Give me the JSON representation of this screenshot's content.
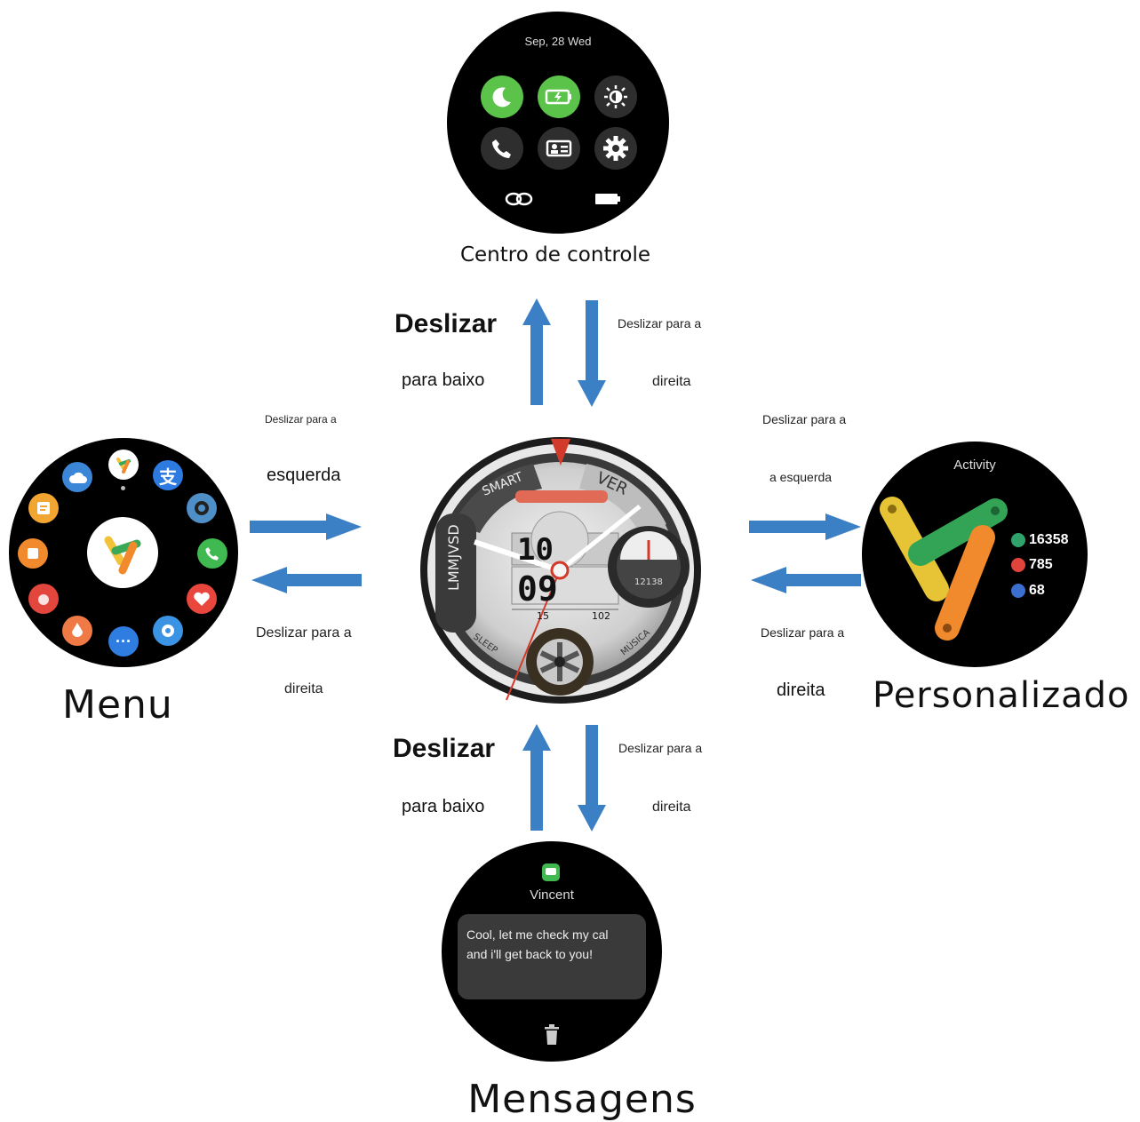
{
  "control_center": {
    "date": "Sep, 28 Wed",
    "title": "Centro de controle",
    "buttons": [
      "moon-icon",
      "battery-charge-icon",
      "brightness-icon",
      "phone-icon",
      "contact-card-icon",
      "gear-icon"
    ],
    "footer_icons": [
      "link-icon",
      "battery-icon"
    ]
  },
  "menu": {
    "title": "Menu"
  },
  "personalized": {
    "title": "Personalizado",
    "activity_label": "Activity",
    "stats": [
      "16358",
      "785",
      "68"
    ],
    "colors": {
      "steps": "#2fa36b",
      "calories": "#e0443a",
      "distance": "#3a6fd0"
    }
  },
  "messages": {
    "title": "Mensagens",
    "sender": "Vincent",
    "body_line1": "Cool, let me check my cal",
    "body_line2": "and i'll get back to you!"
  },
  "watchface": {
    "brand_text": "SMART",
    "ver_text": "VER",
    "days_text": "LMMJVSD",
    "time_hour": "10",
    "time_min": "09",
    "date_num": "15",
    "heart": "102",
    "sub_text": "12138",
    "sleep_text": "SLEEP",
    "music_text": "MÚSICA"
  },
  "gestures": {
    "top_left_big": "Deslizar",
    "top_left_small": "para baixo",
    "top_right_line1": "Deslizar para a",
    "top_right_line2": "direita",
    "left_top_line1": "Deslizar para a",
    "left_top_line2": "esquerda",
    "left_bottom_line1": "Deslizar para a",
    "left_bottom_line2": "direita",
    "right_top_line1": "Deslizar para a",
    "right_top_line2": "a esquerda",
    "right_bottom_line1": "Deslizar para a",
    "right_bottom_line2": "direita",
    "bottom_left_big": "Deslizar",
    "bottom_left_small": "para baixo",
    "bottom_right_line1": "Deslizar para a",
    "bottom_right_line2": "direita"
  },
  "arrow_color": "#3b7fc4"
}
